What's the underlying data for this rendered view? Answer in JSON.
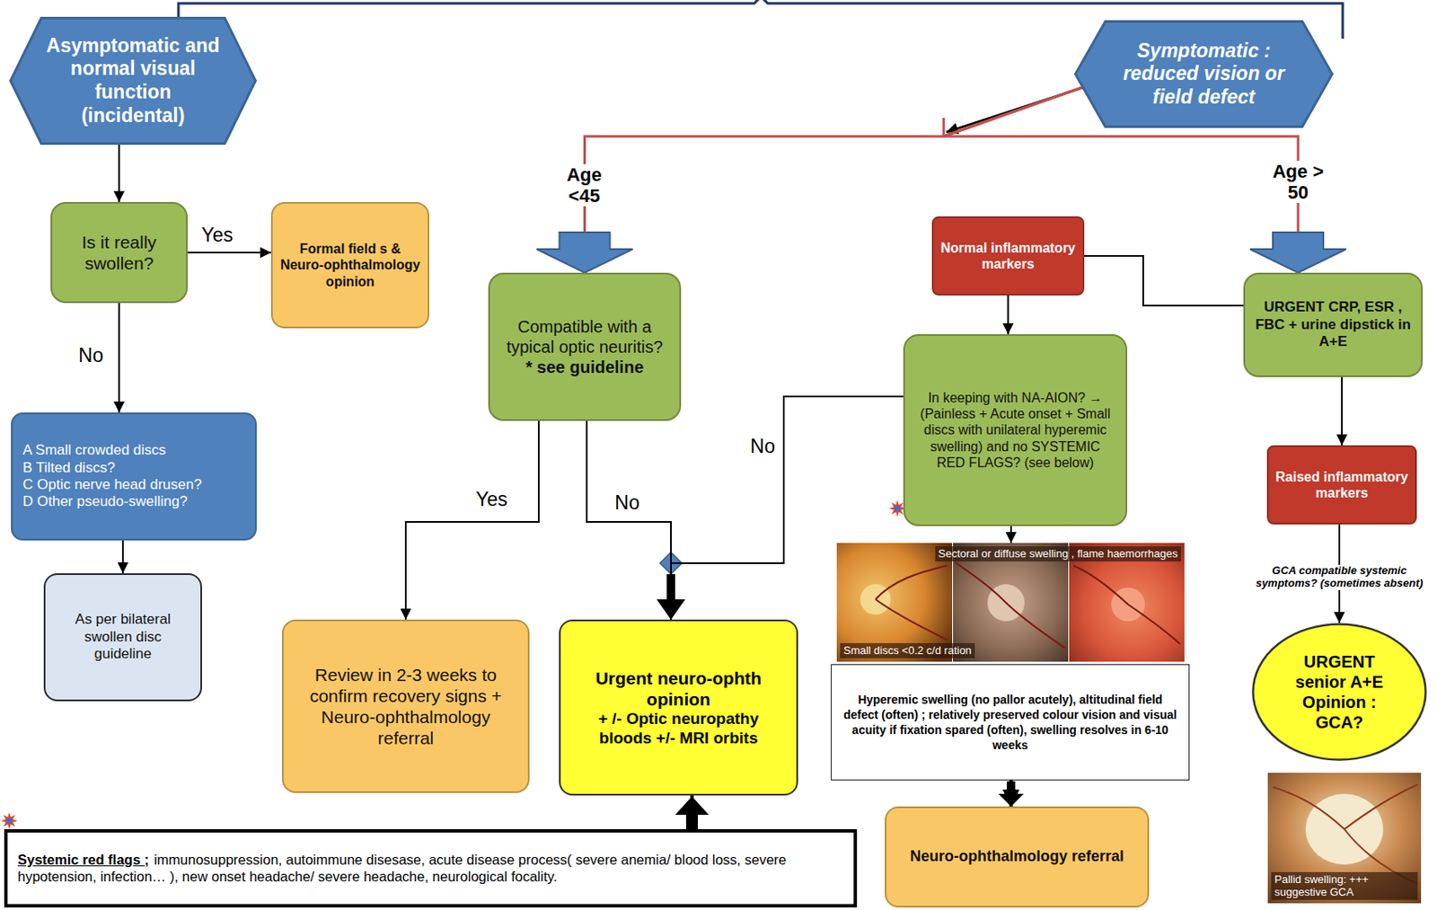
{
  "diagram": {
    "nodes": [
      {
        "text": [
          "Asymptomatic and normal visual function (incidental)"
        ]
      },
      {
        "text": [
          "Symptomatic : reduced vision or field defect"
        ]
      },
      {
        "text": [
          "Is it really swollen?"
        ]
      },
      {
        "text": [
          "Formal field s & Neuro-ophthalmology opinion"
        ]
      },
      {
        "text": [
          "Compatible with a typical optic neuritis?",
          "* see guideline"
        ]
      },
      {
        "text": [
          "Normal inflammatory markers"
        ]
      },
      {
        "text": [
          "URGENT CRP, ESR , FBC + urine dipstick in A+E"
        ]
      },
      {
        "text": [
          "In keeping with NA-AION? → (Painless + Acute onset + Small discs with unilateral hyperemic swelling) and no SYSTEMIC RED FLAGS? (see below)"
        ]
      },
      {
        "text": [
          "A Small crowded discs",
          "B Tilted discs?",
          "C Optic nerve head drusen?",
          "D Other pseudo-swelling?"
        ]
      },
      {
        "text": [
          "Raised inflammatory markers"
        ]
      },
      {
        "text": [
          "Sectoral or diffuse swelling , flame haemorrhages",
          "Small discs <0.2 c/d ration"
        ]
      },
      {
        "text": [
          "As per bilateral swollen disc guideline"
        ]
      },
      {
        "text": [
          "Review in 2-3 weeks to confirm recovery signs + Neuro-ophthalmology referral"
        ]
      },
      {
        "text": [
          "Urgent neuro-ophth opinion",
          "+ /- Optic neuropathy bloods +/- MRI orbits"
        ]
      },
      {
        "text": [
          "Hyperemic swelling (no pallor acutely), altitudinal field defect (often) ; relatively preserved colour vision and visual acuity if fixation spared (often), swelling resolves in 6-10 weeks"
        ]
      },
      {
        "text": [
          "URGENT senior A+E Opinion : GCA?"
        ]
      },
      {
        "text": [
          "Pallid swelling: +++ suggestive GCA"
        ]
      },
      {
        "text": [
          "Systemic red flags ;",
          "immunosuppression, autoimmune disesase, acute disease process( severe anemia/ blood loss, severe hypotension, infection… ), new onset headache/ severe headache, neurological focality."
        ]
      },
      {
        "text": [
          "Neuro-ophthalmology referral"
        ]
      }
    ],
    "edges": [
      {
        "from": 0,
        "to": 2,
        "arrow": "to"
      },
      {
        "from": 2,
        "to": 3,
        "label": "Yes",
        "arrow": "to"
      },
      {
        "from": 2,
        "to": 8,
        "label": "No",
        "arrow": "to"
      },
      {
        "from": 8,
        "to": 11,
        "arrow": "to"
      },
      {
        "from": 1,
        "to": 4,
        "label": "Age <45",
        "arrow": "to"
      },
      {
        "from": 1,
        "to": 6,
        "label": "Age > 50",
        "arrow": "to"
      },
      {
        "from": 4,
        "to": 12,
        "label": "Yes",
        "arrow": "to"
      },
      {
        "from": 4,
        "to": 13,
        "label": "No",
        "arrow": "to"
      },
      {
        "from": 6,
        "to": 5,
        "arrow": "none"
      },
      {
        "from": 5,
        "to": 7,
        "arrow": "to"
      },
      {
        "from": 7,
        "to": 13,
        "label": "No",
        "arrow": "to"
      },
      {
        "from": 7,
        "to": 10,
        "arrow": "to"
      },
      {
        "from": 6,
        "to": 9,
        "arrow": "to"
      },
      {
        "from": 9,
        "to": 15,
        "label": "GCA compatible systemic symptoms? (sometimes absent)",
        "arrow": "to"
      },
      {
        "from": 14,
        "to": 18,
        "arrow": "both"
      },
      {
        "from": 17,
        "to": 13,
        "arrow": "to"
      }
    ]
  }
}
